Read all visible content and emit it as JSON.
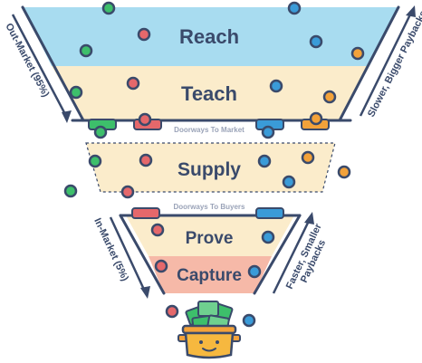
{
  "stages": {
    "reach": "Reach",
    "teach": "Teach",
    "supply": "Supply",
    "prove": "Prove",
    "capture": "Capture"
  },
  "doorways": {
    "market": "Doorways To Market",
    "buyers": "Doorways To Buyers"
  },
  "side_labels": {
    "out_market": "Out-Market (95%)",
    "in_market": "In-Market (5%)",
    "slower": "Slower, Bigger Paybacks",
    "faster_line1": "Faster, Smaller",
    "faster_line2": "Paybacks"
  },
  "colors": {
    "reach": "#a8dcf0",
    "teach": "#fbeccb",
    "supply": "#fbeccb",
    "prove": "#fbeccb",
    "capture": "#f6b9a8",
    "outline": "#3a4a6b",
    "dot_green": "#3dbf6b",
    "dot_red": "#e5686b",
    "dot_blue": "#3a9bd8",
    "dot_orange": "#f3a23a"
  },
  "icons": {
    "pot": "money-pot-icon"
  }
}
